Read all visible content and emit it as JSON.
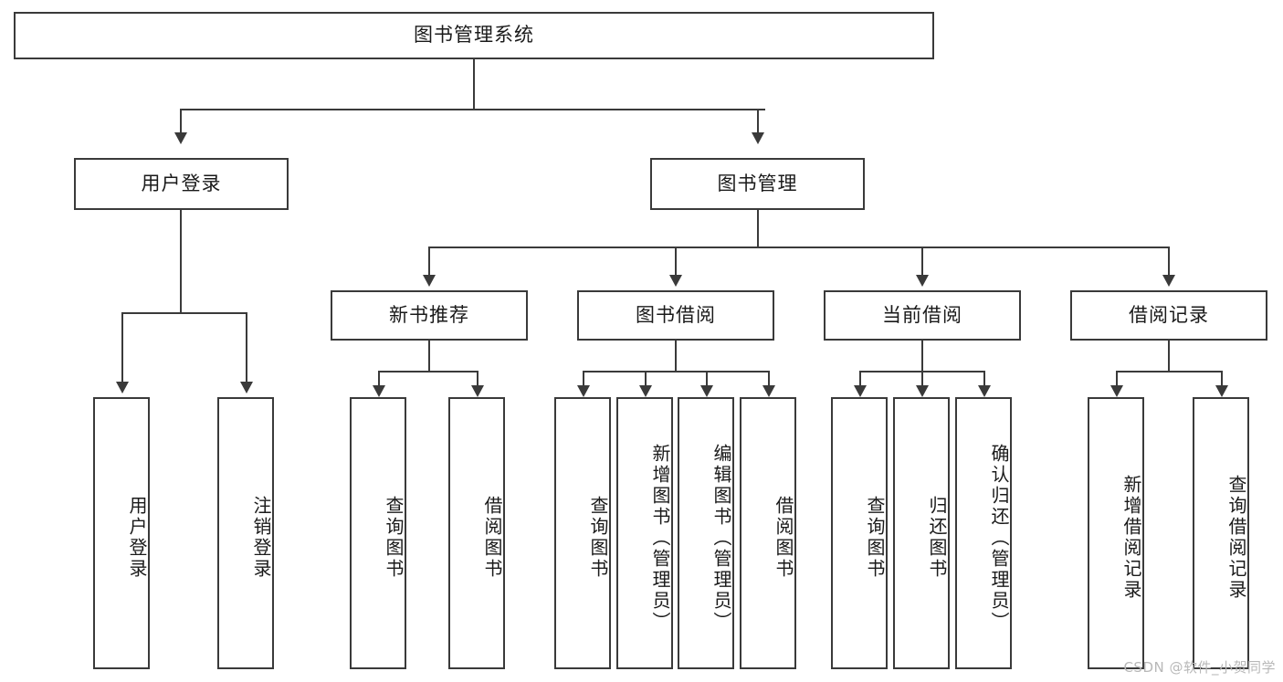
{
  "diagram": {
    "type": "tree-hierarchy-diagram",
    "title": "图书管理系统",
    "root": {
      "id": "root",
      "label": "图书管理系统",
      "orientation": "horizontal"
    },
    "level2": [
      {
        "id": "user-login",
        "label": "用户登录",
        "orientation": "horizontal"
      },
      {
        "id": "book-manage",
        "label": "图书管理",
        "orientation": "horizontal"
      }
    ],
    "level3": [
      {
        "id": "new-book-rec",
        "label": "新书推荐",
        "orientation": "horizontal"
      },
      {
        "id": "book-borrow",
        "label": "图书借阅",
        "orientation": "horizontal"
      },
      {
        "id": "current-borrow",
        "label": "当前借阅",
        "orientation": "horizontal"
      },
      {
        "id": "borrow-record",
        "label": "借阅记录",
        "orientation": "horizontal"
      }
    ],
    "leaves": {
      "user_login": [
        {
          "id": "leaf-user-login",
          "label": "用户登录",
          "orientation": "vertical"
        },
        {
          "id": "leaf-logout",
          "label": "注销登录",
          "orientation": "vertical"
        }
      ],
      "new_book_rec": [
        {
          "id": "leaf-query-book-1",
          "label": "查询图书",
          "orientation": "vertical"
        },
        {
          "id": "leaf-borrow-book-1",
          "label": "借阅图书",
          "orientation": "vertical"
        }
      ],
      "book_borrow": [
        {
          "id": "leaf-query-book-2",
          "label": "查询图书",
          "orientation": "vertical"
        },
        {
          "id": "leaf-add-book",
          "label": "新增图书（管理员）",
          "orientation": "vertical"
        },
        {
          "id": "leaf-edit-book",
          "label": "编辑图书（管理员）",
          "orientation": "vertical"
        },
        {
          "id": "leaf-borrow-book-2",
          "label": "借阅图书",
          "orientation": "vertical"
        }
      ],
      "current_borrow": [
        {
          "id": "leaf-query-book-3",
          "label": "查询图书",
          "orientation": "vertical"
        },
        {
          "id": "leaf-return-book",
          "label": "归还图书",
          "orientation": "vertical"
        },
        {
          "id": "leaf-confirm-return",
          "label": "确认归还（管理员）",
          "orientation": "vertical"
        }
      ],
      "borrow_record": [
        {
          "id": "leaf-add-record",
          "label": "新增借阅记录",
          "orientation": "vertical"
        },
        {
          "id": "leaf-query-record",
          "label": "查询借阅记录",
          "orientation": "vertical"
        }
      ]
    },
    "colors": {
      "stroke": "#3a3a3a",
      "fill": "#ffffff",
      "text": "#1a1a1a",
      "watermark": "#b8b8b8"
    }
  },
  "watermark": {
    "text": "CSDN @软件_小贺同学"
  }
}
